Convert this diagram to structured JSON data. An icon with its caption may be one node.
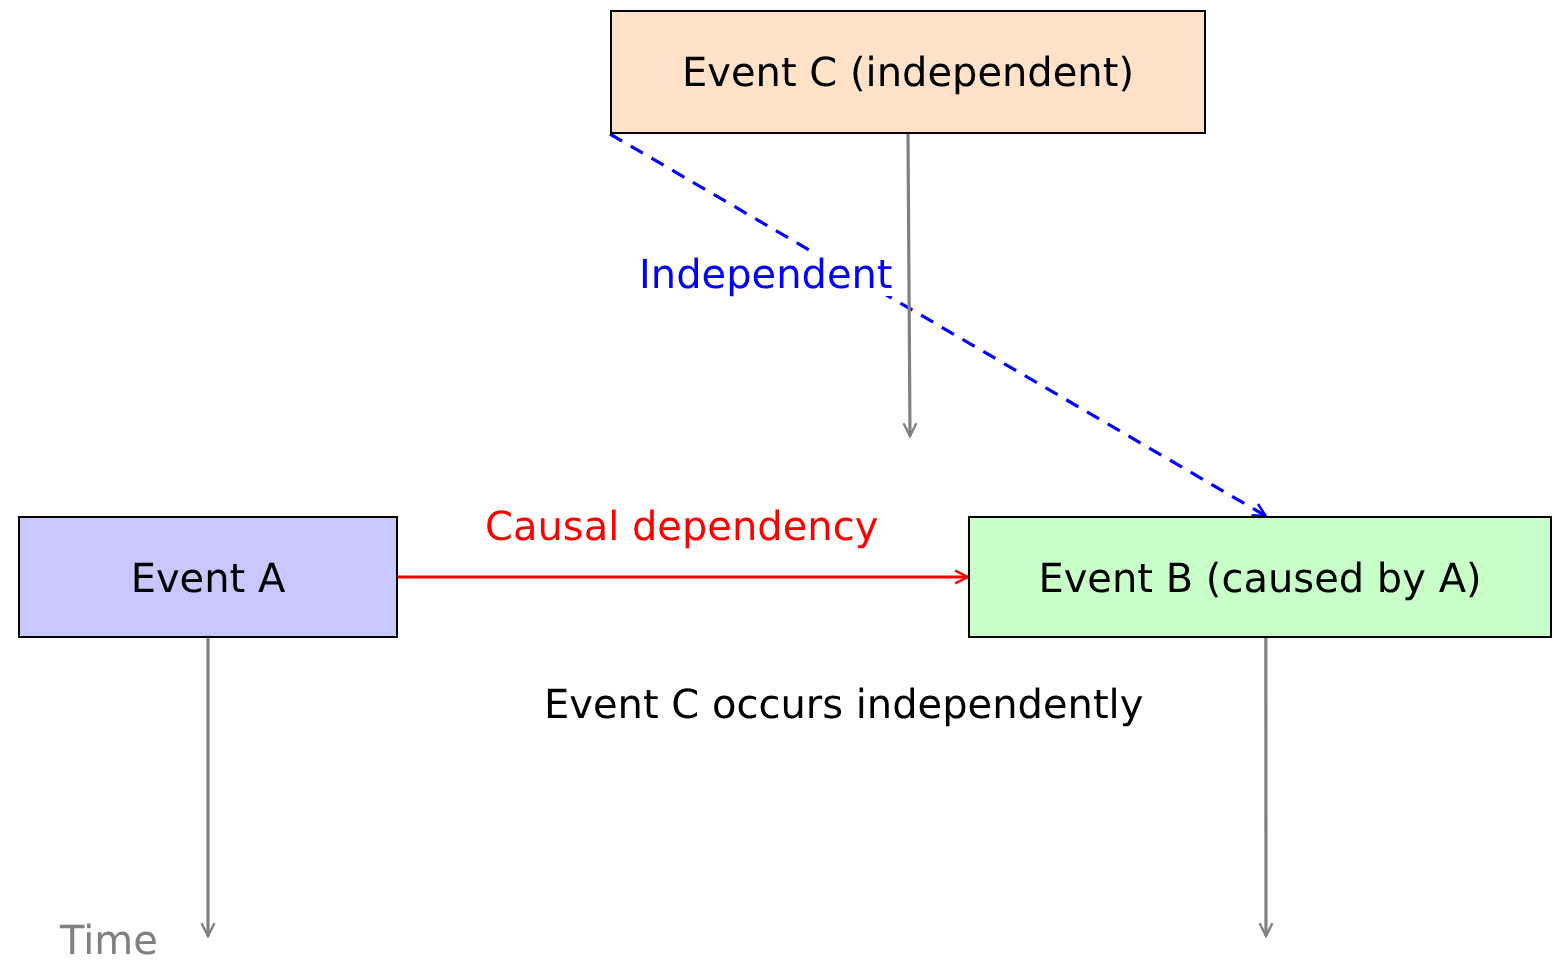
{
  "diagram": {
    "nodes": [
      {
        "text": [
          "Event C (independent)"
        ]
      },
      {
        "text": [
          "Event A"
        ]
      },
      {
        "text": [
          "Event B (caused by A)"
        ]
      }
    ],
    "edges": [
      {
        "from": 1,
        "to": 2,
        "arrow": "to",
        "label": "Causal dependency",
        "color": "#ff0000"
      },
      {
        "from": 0,
        "to": 2,
        "arrow": "to",
        "label": "Independent",
        "color": "#0000ff",
        "style": "dashed"
      },
      {
        "from": 1,
        "to": null,
        "arrow": "to"
      },
      {
        "from": 0,
        "to": null,
        "arrow": "to"
      },
      {
        "from": 2,
        "to": null,
        "arrow": "to"
      }
    ],
    "labels": [
      "Time",
      "Event C occurs independently"
    ]
  }
}
